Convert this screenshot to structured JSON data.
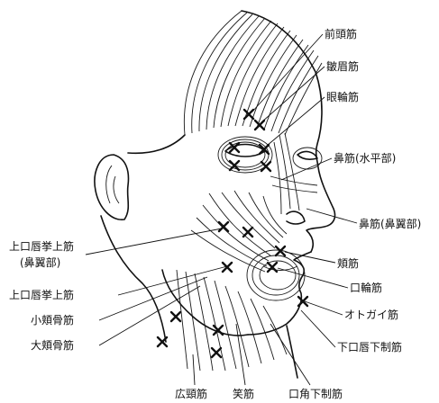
{
  "labels": {
    "frontalis": "前頭筋",
    "corrugator": "皺眉筋",
    "orbicularis_oculi": "眼輪筋",
    "nasalis_transverse": "鼻筋(水平部)",
    "nasalis_alar": "鼻筋(鼻翼部)",
    "levator_alae_line1": "上口唇挙上筋",
    "levator_alae_line2": "(鼻翼部)",
    "levator_labii": "上口唇挙上筋",
    "zygomatic_minor": "小頬骨筋",
    "zygomatic_major": "大頬骨筋",
    "buccinator": "頬筋",
    "orbicularis_oris": "口輪筋",
    "mentalis": "オトガイ筋",
    "depressor_labii": "下口唇下制筋",
    "platysma": "広頸筋",
    "risorius": "笑筋",
    "depressor_anguli": "口角下制筋"
  },
  "icons": {
    "marker": "injection-point-x-icon"
  },
  "colors": {
    "ink": "#111111",
    "background": "#ffffff"
  }
}
